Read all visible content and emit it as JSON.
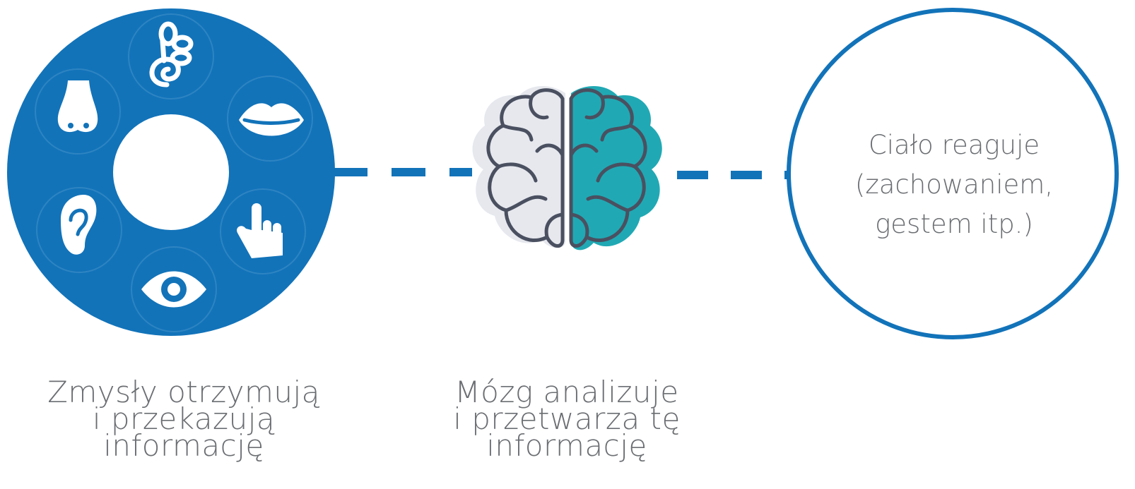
{
  "colors": {
    "primary_blue": "#1273b9",
    "teal": "#20a9b4",
    "brain_grey": "#e6e8ee",
    "brain_outline": "#4a5060",
    "text_grey": "#6b6e72",
    "background": "#ffffff"
  },
  "senses": {
    "icons": [
      "taste-icon",
      "touch-icon",
      "sight-icon",
      "hearing-icon",
      "smell-icon",
      "balance-icon"
    ],
    "caption": {
      "line1": "Zmysły otrzymują",
      "line2": "i przekazują",
      "line3": "informację"
    }
  },
  "brain": {
    "icon": "brain-icon",
    "caption": {
      "line1": "Mózg analizuje",
      "line2": "i przetwarza tę",
      "line3": "informację"
    }
  },
  "body_response": {
    "line1": "Ciało reaguje",
    "line2": "(zachowaniem,",
    "line3": "gestem itp.)"
  }
}
